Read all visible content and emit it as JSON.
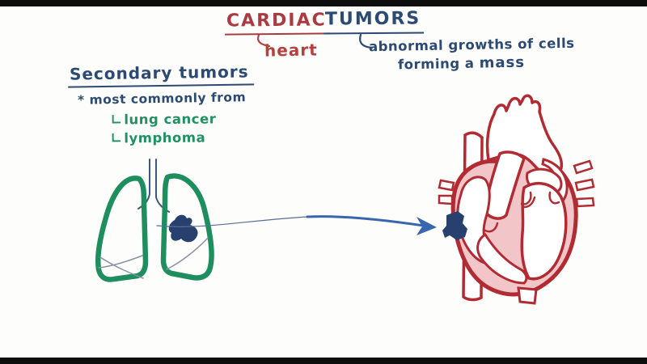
{
  "frame": {
    "type": "whiteboard-video-frame",
    "letterbox_color": "#0d0d0d",
    "background": "#fdfdfc"
  },
  "title": {
    "word1": "CARDIAC",
    "word1_annotation": "heart",
    "word2": "TUMORS",
    "word2_annotation_line1": "abnormal growths of cells",
    "word2_annotation_line2_prefix": "forming a ",
    "word2_annotation_line2_emphasis": "mass"
  },
  "notes": {
    "heading": "Secondary tumors",
    "subheading": "* most commonly from",
    "bullet": "∟",
    "items": [
      "lung cancer",
      "lymphoma"
    ]
  },
  "illustrations": {
    "lungs": "lungs-with-tumor-illustration",
    "heart": "heart-cross-section-with-tumor-illustration",
    "arrow": "metastasis-arrow"
  },
  "colors": {
    "cardiac_red": "#a83c42",
    "heart_label_red": "#b5413f",
    "navy_text": "#2c4a72",
    "green_text": "#219062",
    "lung_green": "#1f8e5f",
    "tumor_navy": "#27406e",
    "arrow_blue": "#3a66ad",
    "heart_outline_red": "#b12b33",
    "heart_wall_pink": "#f2c6c9",
    "fissure_gray": "#8a93a5"
  }
}
